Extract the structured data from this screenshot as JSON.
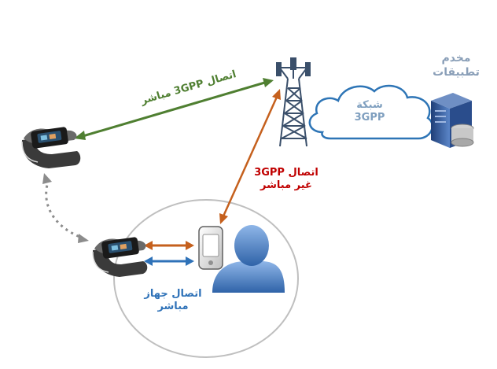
{
  "labels": {
    "app_server_line1": "مخدم",
    "app_server_line2": "تطبيقات",
    "network_line1": "شبكة",
    "network_line2": "3GPP",
    "direct_3gpp": "اتصال 3GPP مباشر",
    "indirect_line1": "اتصال 3GPP",
    "indirect_line2": "غير مباشر",
    "d2d_line1": "اتصال جهاز",
    "d2d_line2": "مباشر"
  },
  "colors": {
    "green_link": "#4f7f31",
    "orange_link": "#c5601d",
    "blue_link": "#2f72b8",
    "red_text": "#c00000",
    "cloud_blue": "#2e75b6",
    "cloud_text": "#7f9fbf",
    "server_text": "#8a9fb8",
    "grey_dashed": "#8c8c8c",
    "person_blue": "#4a80c8",
    "tower_dark": "#3a4f6a",
    "range_circle": "#bfbfbf"
  },
  "icons": [
    "smartwatch-icon",
    "cell-tower-icon",
    "cloud-icon",
    "server-icon",
    "handset-icon",
    "person-icon"
  ]
}
